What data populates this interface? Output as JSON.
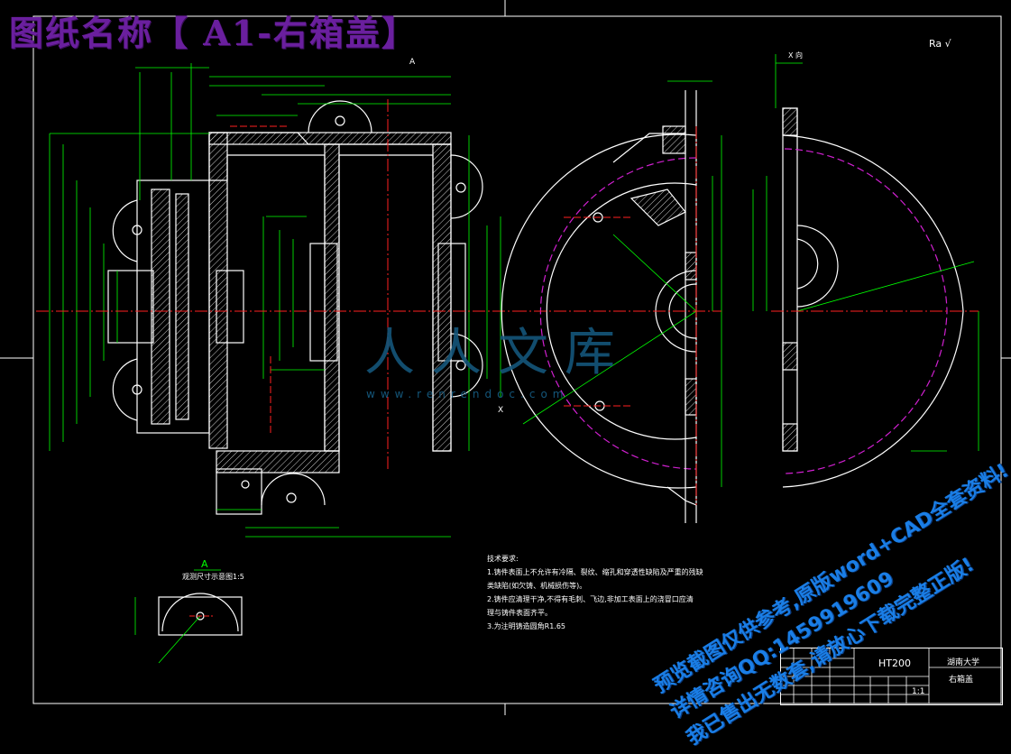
{
  "drawing": {
    "title": "图纸名称【 A1-右箱盖】",
    "roughness_mark": "Ra √",
    "section_marker_top": "A",
    "section_marker_x": "X",
    "view_label": "X 向",
    "detail_label": "A",
    "detail_sublabel": "观测尺寸示意图1:5"
  },
  "tech_requirements": {
    "heading": "技术要求:",
    "items": [
      "1.铸件表面上不允许有冷隔、裂纹、缩孔和穿透性缺陷及严重的残缺",
      "类缺陷(如欠铸、机械损伤等)。",
      "2.铸件应清理干净,不得有毛刺、飞边,非加工表面上的浇冒口应清",
      "理与铸件表面齐平。",
      "3.为注明铸造圆角R1.65"
    ]
  },
  "title_block": {
    "part_code": "HT200",
    "org": "湖南大学",
    "part_name": "右箱盖",
    "scale": "1:1"
  },
  "watermark": {
    "logo": "人人文库",
    "url": "www.renrendoc.com"
  },
  "promo": {
    "lines": [
      "预览截图仅供参考,原版word+CAD全套资料!",
      "详情咨询QQ:1459919609",
      "我已售出无数套,请放心下载完整正版!"
    ]
  }
}
